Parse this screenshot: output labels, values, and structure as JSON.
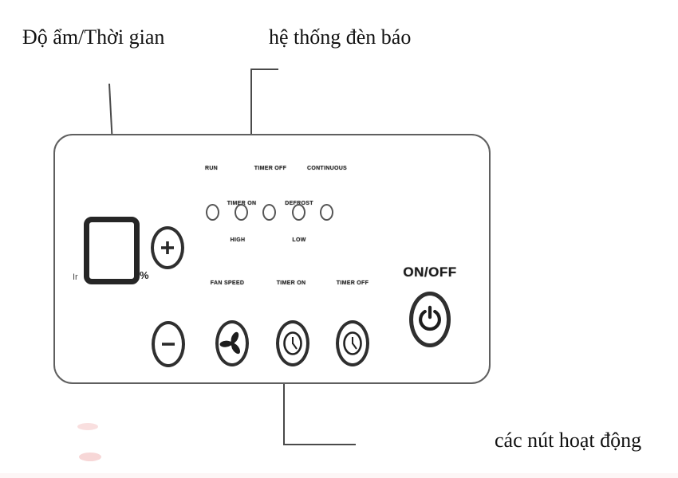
{
  "figure": {
    "callouts": {
      "humidity_time": "Độ ẩm/Thời gian",
      "indicator_system": "hệ thống đèn báo",
      "operation_buttons": "các nút hoạt động"
    }
  },
  "panel": {
    "indicators": {
      "row_top": [
        "RUN",
        "TIMER OFF",
        "CONTINUOUS"
      ],
      "row_mid": [
        "TIMER ON",
        "DEFROST"
      ],
      "row_bottom": [
        "HIGH",
        "LOW"
      ]
    },
    "display": {
      "unit_left": "Ir",
      "unit_right": "%"
    },
    "buttons": {
      "plus": "+",
      "minus": "−",
      "fan_speed_label": "FAN SPEED",
      "timer_on_label": "TIMER ON",
      "timer_off_label": "TIMER OFF",
      "power_label": "ON/OFF"
    }
  },
  "colors": {
    "panel_border": "#5f5f5f",
    "control_dark": "#2f2f2f",
    "callout_line": "#4a4a4a",
    "text": "#121212",
    "artifact_pink": "#ec9696"
  }
}
